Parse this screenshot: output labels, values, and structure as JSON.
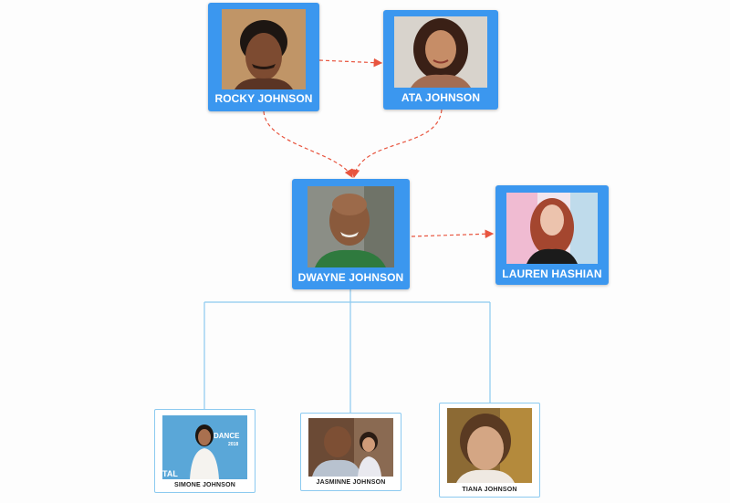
{
  "colors": {
    "card_fill": "#3b97ef",
    "spouse_link": "#e8553f",
    "child_link": "#8ccaf0"
  },
  "parents": [
    {
      "name": "ROCKY JOHNSON"
    },
    {
      "name": "ATA JOHNSON"
    }
  ],
  "main": {
    "name": "DWAYNE JOHNSON"
  },
  "spouse": {
    "name": "LAUREN HASHIAN"
  },
  "children": [
    {
      "name": "SIMONE JOHNSON"
    },
    {
      "name": "JASMINNE JOHNSON"
    },
    {
      "name": "TIANA JOHNSON"
    }
  ],
  "photo_text": {
    "banner_1": "DANCE",
    "banner_2": "2018",
    "banner_3": "TAL"
  }
}
